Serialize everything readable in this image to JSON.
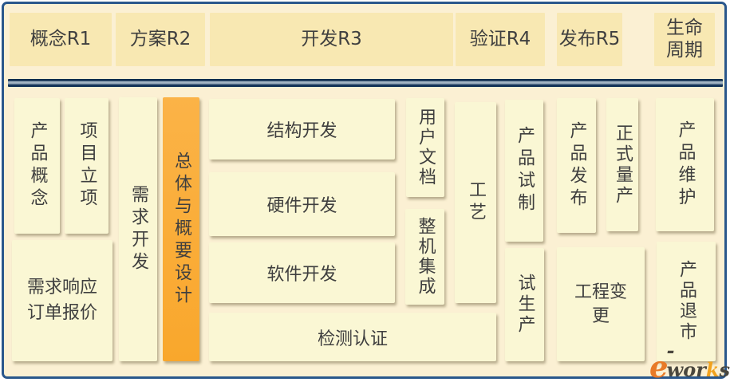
{
  "phases": {
    "concept": "概念R1",
    "plan": "方案R2",
    "develop": "开发R3",
    "verify": "验证R4",
    "release": "发布R5",
    "lifecycle": "生命周期"
  },
  "activities": {
    "product_concept": "产品概念",
    "project_initiation": "项目立项",
    "requirement_response_quote": "需求响应订单报价",
    "requirement_development": "需求开发",
    "overall_and_preliminary_design": "总体与概要设计",
    "structure_development": "结构开发",
    "hardware_development": "硬件开发",
    "software_development": "软件开发",
    "testing_certification": "检测认证",
    "user_documentation": "用户文档",
    "whole_machine_integration": "整机集成",
    "process_engineering": "工艺",
    "product_trial_manufacture": "产品试制",
    "trial_production": "试生产",
    "product_release": "产品发布",
    "official_mass_production": "正式量产",
    "product_maintenance": "产品维护",
    "engineering_change": "工程变更",
    "product_withdrawal": "产品退市"
  },
  "logo": {
    "e": "e",
    "seg1": "-wor",
    "seg2": "k",
    "seg3": "s"
  },
  "colors": {
    "background": "#FBF0D3",
    "header_box": "#F8E8B2",
    "body_box": "#FAF7D4",
    "highlight_box": "#FAAD38",
    "text": "#3F3F3F",
    "outer_border": "#2A578C",
    "divider_dark": "#123257",
    "divider_light": "#A9BBC9",
    "logo_orange": "#E87A28",
    "logo_accent": "#F2A21D",
    "logo_dark": "#4A473E"
  }
}
